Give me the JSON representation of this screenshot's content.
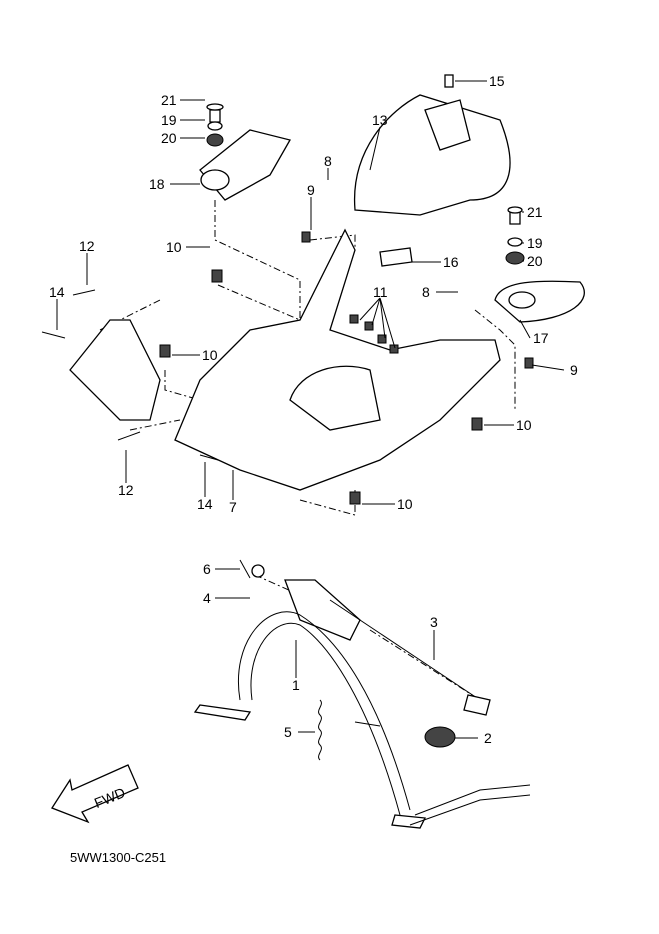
{
  "diagram_code": "5WW1300-C251",
  "fwd_label": "FWD",
  "callouts": [
    "21",
    "19",
    "20",
    "18",
    "15",
    "13",
    "8",
    "9",
    "21",
    "19",
    "20",
    "16",
    "10",
    "11",
    "8",
    "17",
    "12",
    "14",
    "10",
    "9",
    "10",
    "12",
    "14",
    "7",
    "10",
    "6",
    "4",
    "3",
    "1",
    "5",
    "2"
  ]
}
